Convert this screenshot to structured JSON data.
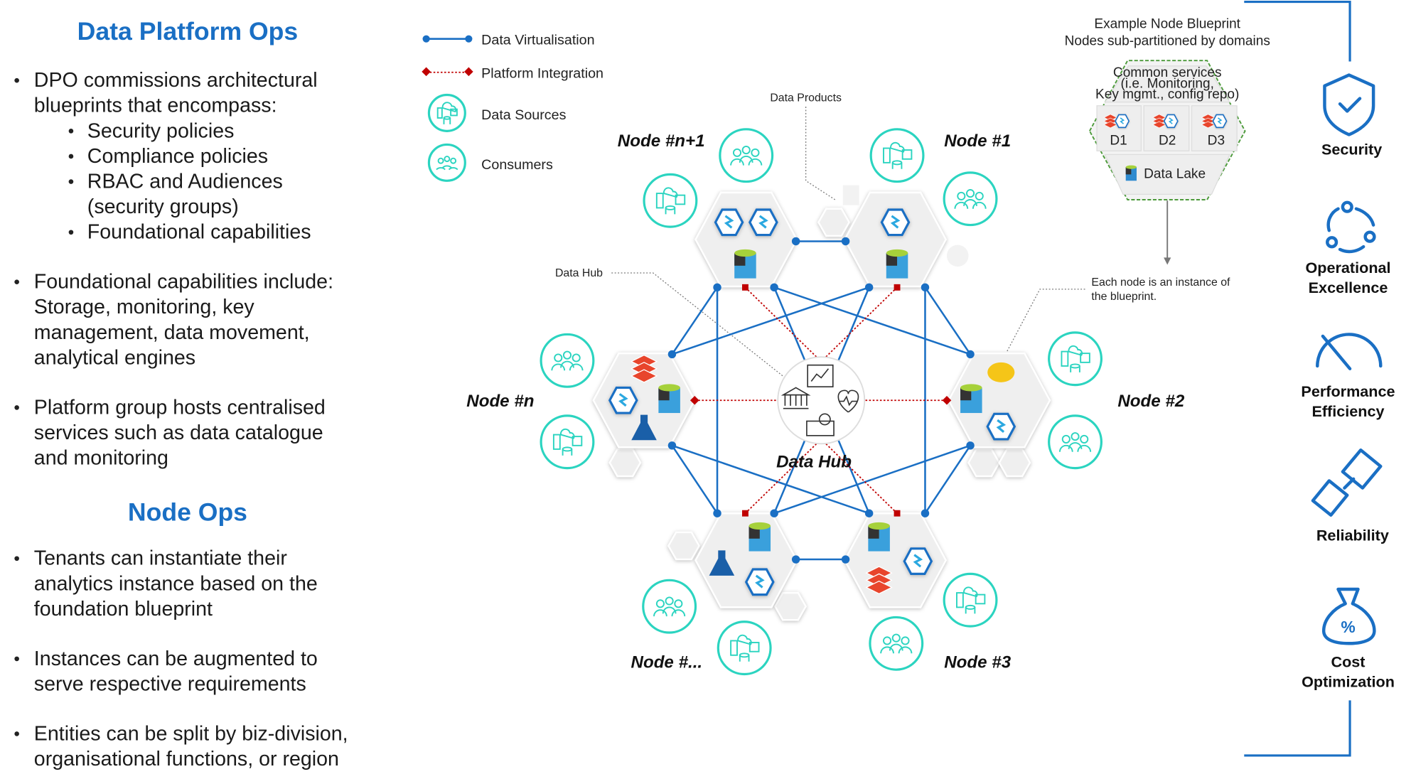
{
  "left": {
    "title1": "Data Platform Ops",
    "bullets1": [
      [
        "DPO commissions architectural",
        "blueprints that encompass:"
      ],
      [
        "Foundational capabilities include:",
        "Storage, monitoring, key",
        "management, data movement,",
        "analytical engines"
      ],
      [
        "Platform group hosts centralised",
        "services such as data catalogue",
        "and monitoring"
      ]
    ],
    "sub_bullets": [
      "Security policies",
      "Compliance policies",
      "RBAC and Audiences",
      "(security groups)",
      "Foundational capabilities"
    ],
    "title2": "Node Ops",
    "bullets2": [
      [
        "Tenants can instantiate their",
        "analytics instance based on the",
        "foundation blueprint"
      ],
      [
        "Instances can be augmented to",
        "serve respective requirements"
      ],
      [
        "Entities can be split by biz-division,",
        "organisational functions, or region"
      ]
    ]
  },
  "legend": {
    "virtualisation": "Data Virtualisation",
    "integration": "Platform Integration",
    "sources": "Data Sources",
    "consumers": "Consumers"
  },
  "diagram": {
    "nodes": [
      "Node #n+1",
      "Node #1",
      "Node #n",
      "Node #2",
      "Node #...",
      "Node #3"
    ],
    "hub_label": "Data Hub",
    "callout_products": "Data Products",
    "callout_hub": "Data Hub",
    "callout_instance": [
      "Each node is an instance of",
      "the blueprint."
    ]
  },
  "blueprint": {
    "title": "Example Node Blueprint",
    "subtitle": "Nodes sub-partitioned by domains",
    "common": [
      "Common services",
      "(i.e. Monitoring,",
      "Key mgmt., config repo)"
    ],
    "domains": [
      "D1",
      "D2",
      "D3"
    ],
    "lake": "Data Lake"
  },
  "pillars": {
    "security": [
      "Security"
    ],
    "operational": [
      "Operational",
      "Excellence"
    ],
    "performance": [
      "Performance",
      "Efficiency"
    ],
    "reliability": [
      "Reliability"
    ],
    "cost": [
      "Cost",
      "Optimization"
    ]
  },
  "colors": {
    "accent": "#1a6fc4",
    "integration": "#c00000",
    "teal": "#2bd4c0",
    "blueprint_border": "#4c9a3a"
  }
}
